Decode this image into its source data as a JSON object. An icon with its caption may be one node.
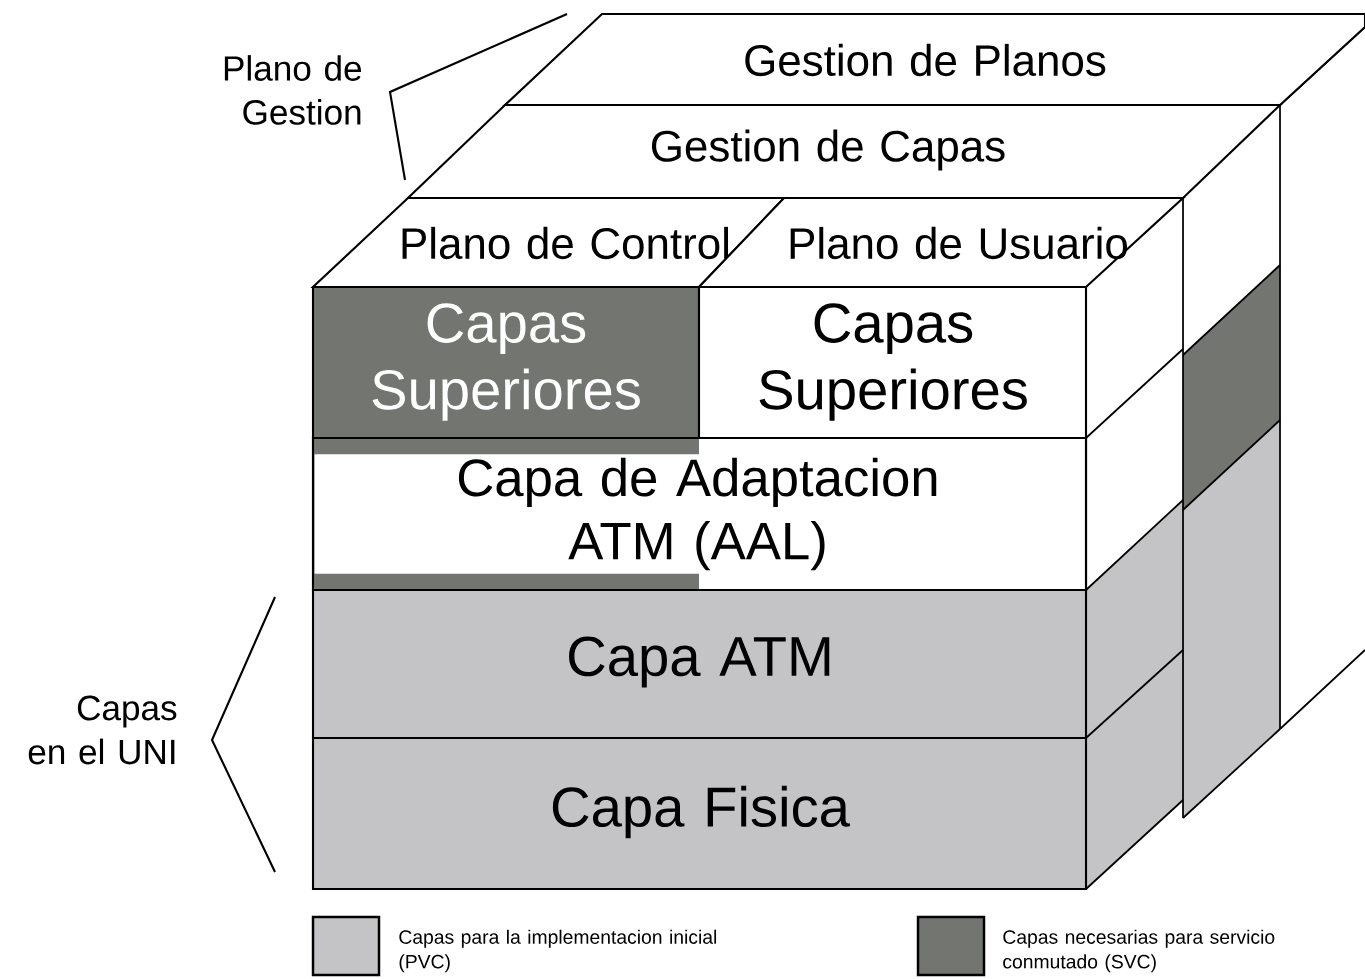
{
  "diagram": {
    "nodes": [
      {
        "text": [
          "Gestion de Planos"
        ]
      },
      {
        "text": [
          "Gestion de Capas"
        ]
      },
      {
        "text": [
          "Plano de Control"
        ]
      },
      {
        "text": [
          "Plano de Usuario"
        ]
      },
      {
        "text": [
          "Capas Superiores"
        ]
      },
      {
        "text": [
          "Capas Superiores"
        ]
      },
      {
        "text": [
          "Capa de Adaptacion ATM (AAL)"
        ]
      },
      {
        "text": [
          "Capa ATM"
        ]
      },
      {
        "text": [
          "Capa Fisica"
        ]
      }
    ],
    "labels": [
      "Plano de Gestion",
      "Capas en el UNI"
    ],
    "legend": [
      {
        "text": "Capas para la implementacion inicial (PVC)",
        "color": "#c4c3c6"
      },
      {
        "text": "Capas necesarias para servicio conmutado (SVC)",
        "color": "#737571"
      }
    ]
  }
}
